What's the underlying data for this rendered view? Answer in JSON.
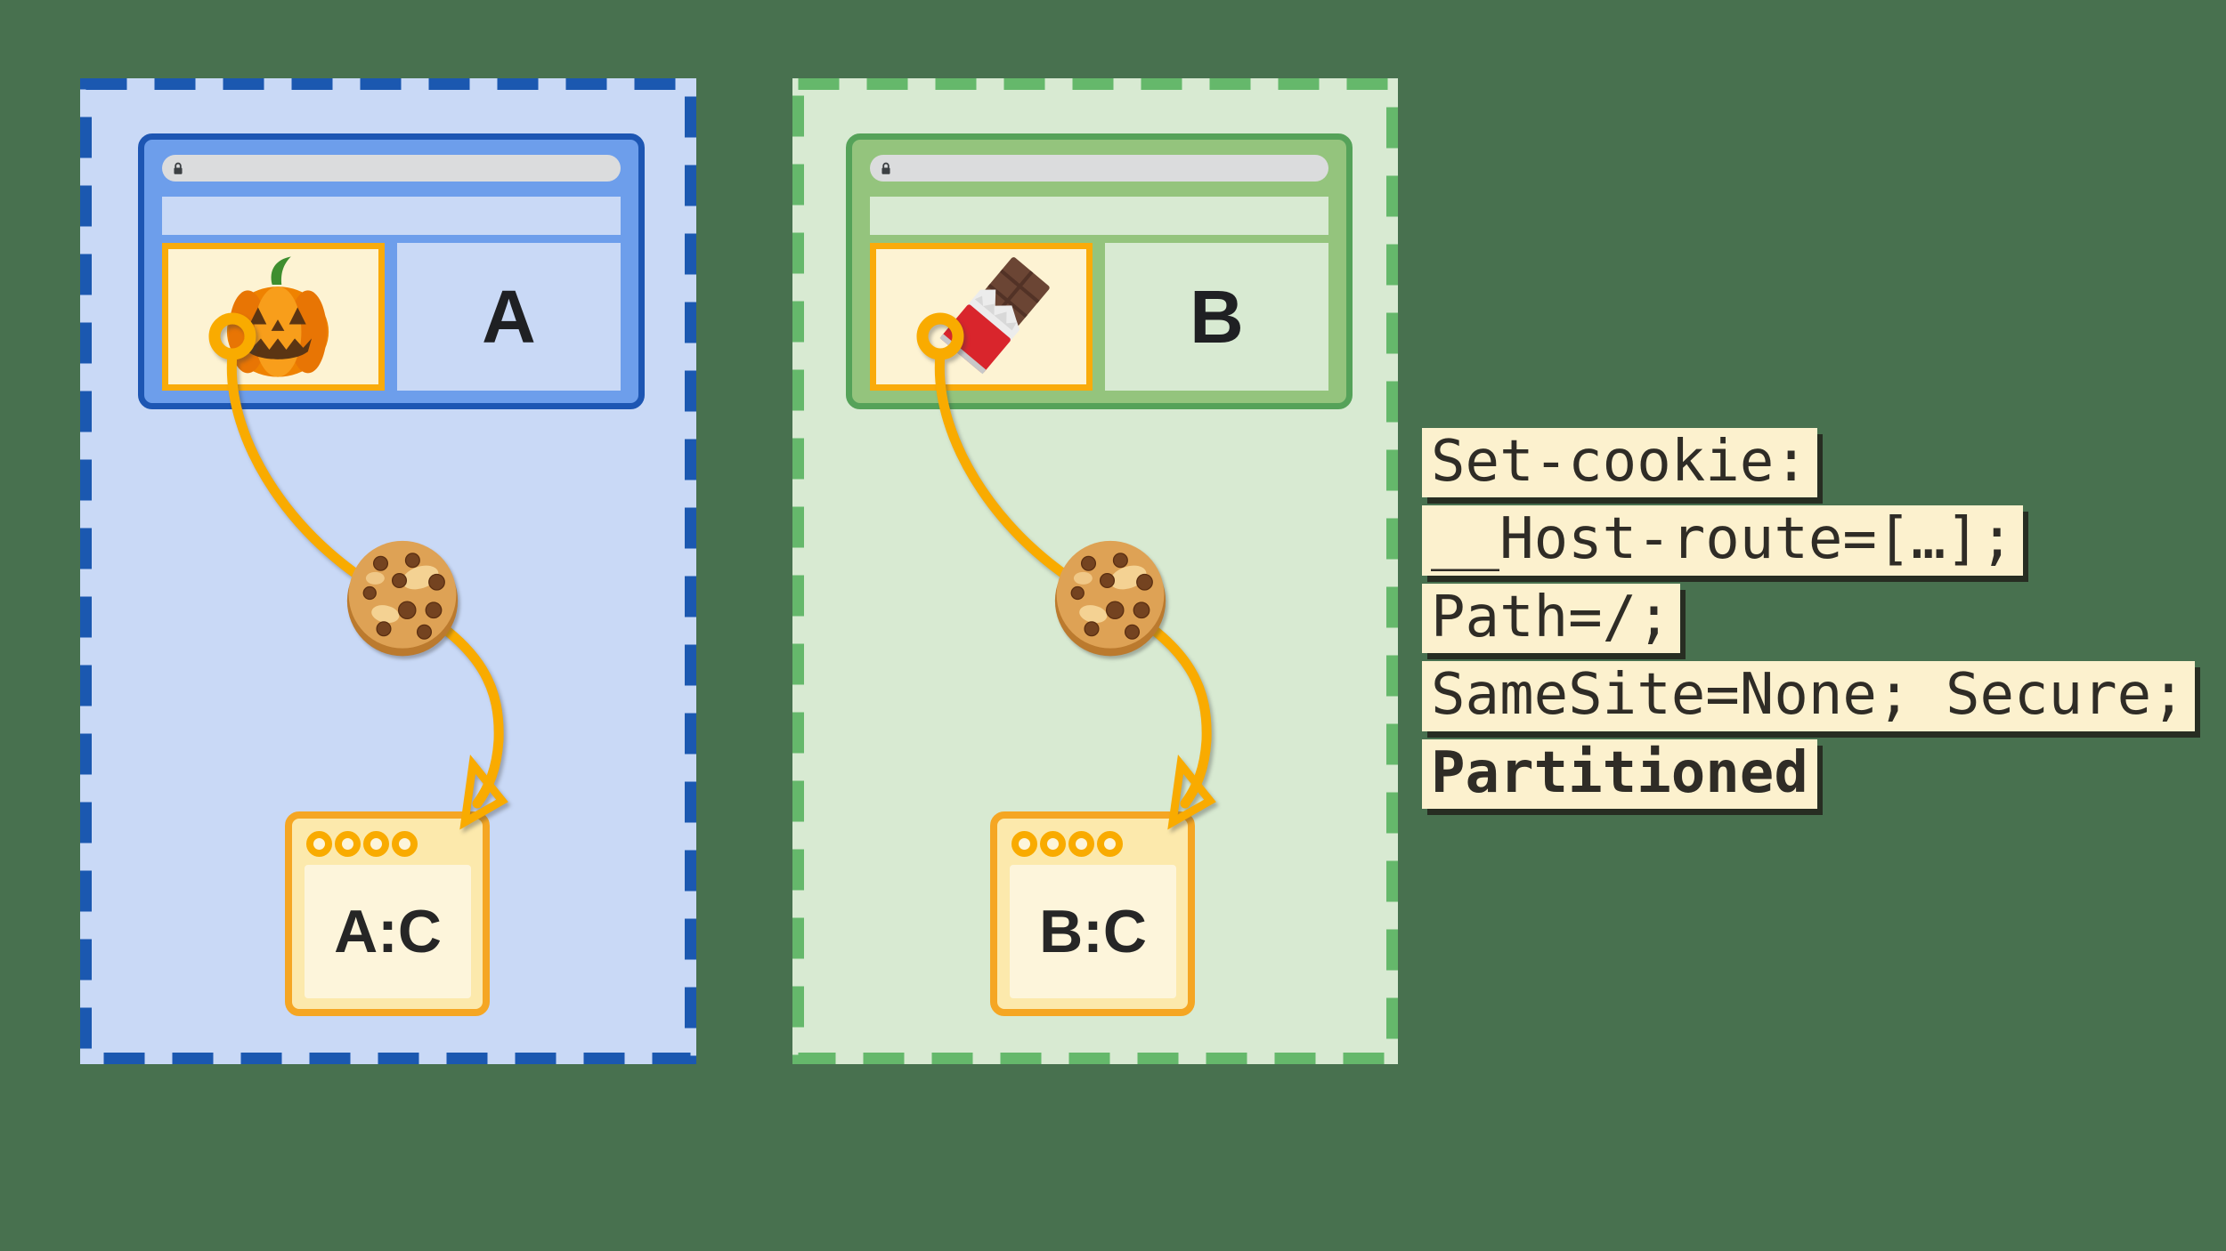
{
  "css_vars": {
    "--bg": "#48714F",
    "--panel-a-bg": "#C9D9F6",
    "--panel-a-dash": "#1B58B0",
    "--chrome-a": "#6D9EEB",
    "--chrome-a-border": "#1D56B3",
    "--panel-b-bg": "#D8EAD2",
    "--panel-b-dash": "#65B86B",
    "--chrome-b": "#94C47D",
    "--chrome-b-border": "#55A259",
    "--iframe-border": "#F9AB0B",
    "--iframe-bg": "#FDF3D3",
    "--orange": "#F9AB00",
    "--jar-border": "#F5A623",
    "--jar-bg": "#FCE9AC",
    "--jar-inner": "#FDF5DB",
    "--urlbar": "#DBDCDD",
    "--lock": "#3C4043",
    "--ink": "#1F2023",
    "--code-bg": "#FCF1CE",
    "--code-ink": "#2F2C26"
  },
  "panels": [
    {
      "name": "site-a",
      "browser_label": "A",
      "partition_label": "A:C",
      "iframe_icon": "jack-o-lantern-icon",
      "connector_icon": "cookie-icon",
      "url_bar_icon": "lock-icon",
      "url_bar_value": "",
      "accent": "#1B58B0"
    },
    {
      "name": "site-b",
      "browser_label": "B",
      "partition_label": "B:C",
      "iframe_icon": "chocolate-bar-icon",
      "connector_icon": "cookie-icon",
      "url_bar_icon": "lock-icon",
      "url_bar_value": "",
      "accent": "#65B86B"
    }
  ],
  "code_block": {
    "lines": [
      {
        "text": "Set-cookie:",
        "bold": false
      },
      {
        "text": "__Host-route=[…];",
        "bold": false
      },
      {
        "text": "Path=/;",
        "bold": false
      },
      {
        "text": "SameSite=None; Secure;",
        "bold": false
      },
      {
        "text": "Partitioned",
        "bold": true
      }
    ]
  }
}
